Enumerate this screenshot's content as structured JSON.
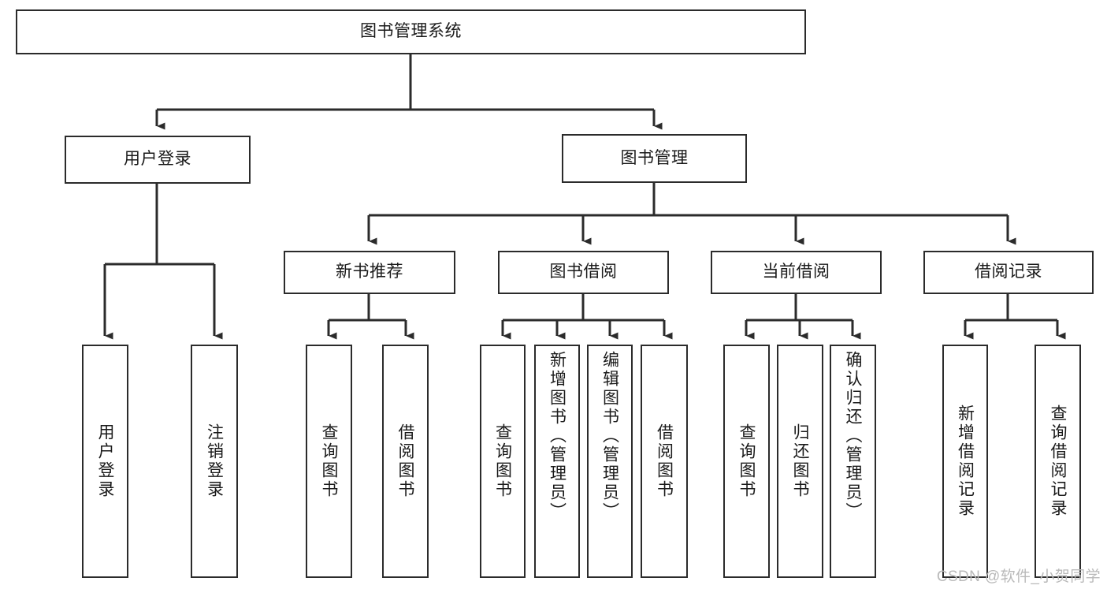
{
  "diagram": {
    "type": "tree-hierarchy",
    "watermark": "CSDN @软件_小贺同学",
    "colors": {
      "stroke": "#2b2b2b",
      "fill": "#ffffff",
      "text": "#1a1a1a",
      "watermark": "#b9b9b9"
    },
    "root": {
      "label": "图书管理系统"
    },
    "level1": [
      {
        "label": "用户登录"
      },
      {
        "label": "图书管理"
      }
    ],
    "level2": [
      {
        "label": "新书推荐"
      },
      {
        "label": "图书借阅"
      },
      {
        "label": "当前借阅"
      },
      {
        "label": "借阅记录"
      }
    ],
    "leaves": {
      "user_login": [
        {
          "label": "用户登录"
        },
        {
          "label": "注销登录"
        }
      ],
      "new_book_recommend": [
        {
          "label": "查询图书"
        },
        {
          "label": "借阅图书"
        }
      ],
      "book_borrow": [
        {
          "label": "查询图书"
        },
        {
          "label": "新增图书（管理员）"
        },
        {
          "label": "编辑图书（管理员）"
        },
        {
          "label": "借阅图书"
        }
      ],
      "current_borrow": [
        {
          "label": "查询图书"
        },
        {
          "label": "归还图书"
        },
        {
          "label": "确认归还（管理员）"
        }
      ],
      "borrow_record": [
        {
          "label": "新增借阅记录"
        },
        {
          "label": "查询借阅记录"
        }
      ]
    }
  }
}
